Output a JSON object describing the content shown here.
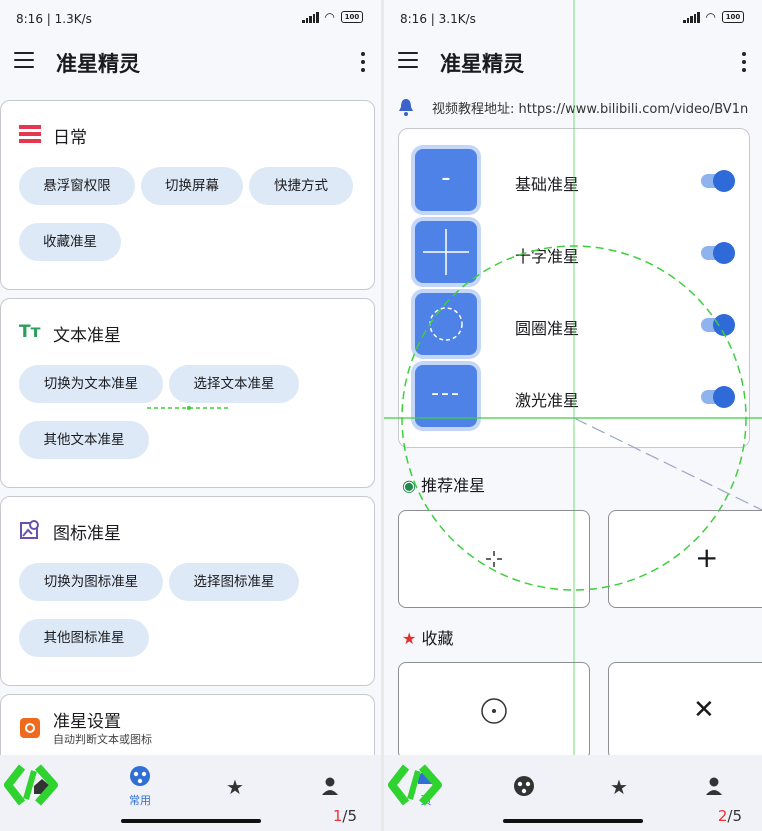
{
  "left": {
    "status": {
      "time": "8:16 | 1.3K/s",
      "battery": "100"
    },
    "app_title": "准星精灵",
    "daily": {
      "title": "日常",
      "chips": [
        "悬浮窗权限",
        "切换屏幕",
        "快捷方式",
        "收藏准星"
      ]
    },
    "text": {
      "title": "文本准星",
      "chips": [
        "切换为文本准星",
        "选择文本准星",
        "其他文本准星"
      ]
    },
    "icon": {
      "title": "图标准星",
      "chips": [
        "切换为图标准星",
        "选择图标准星",
        "其他图标准星"
      ]
    },
    "settings": {
      "title": "准星设置",
      "subtitle": "自动判断文本或图标"
    },
    "nav": {
      "active_label": "常用"
    },
    "pager": {
      "current": "1",
      "total": "/5"
    }
  },
  "right": {
    "status": {
      "time": "8:16 | 3.1K/s",
      "battery": "100"
    },
    "app_title": "准星精灵",
    "notice": "视频教程地址: https://www.bilibili.com/video/BV1n",
    "crosshairs": [
      {
        "label": "基础准星",
        "glyph": "-"
      },
      {
        "label": "十字准星",
        "glyph": ""
      },
      {
        "label": "圆圈准星",
        "glyph": ""
      },
      {
        "label": "激光准星",
        "glyph": "---"
      }
    ],
    "recommended": {
      "title": "推荐准星"
    },
    "favorites": {
      "title": "收藏"
    },
    "nav": {
      "active_label": "页"
    },
    "pager": {
      "current": "2",
      "total": "/5"
    }
  },
  "colors": {
    "accent": "#2e6bd8",
    "chip": "#dde9f6",
    "tile": "#4e82e6",
    "daily_icon": "#e5374f",
    "text_icon": "#2e9e5b",
    "icon_icon": "#6a4fb0",
    "settings_icon": "#f06a1e"
  },
  "icons": {
    "nav": [
      "home-icon",
      "crosshair-hub-icon",
      "star-icon",
      "person-icon"
    ]
  }
}
